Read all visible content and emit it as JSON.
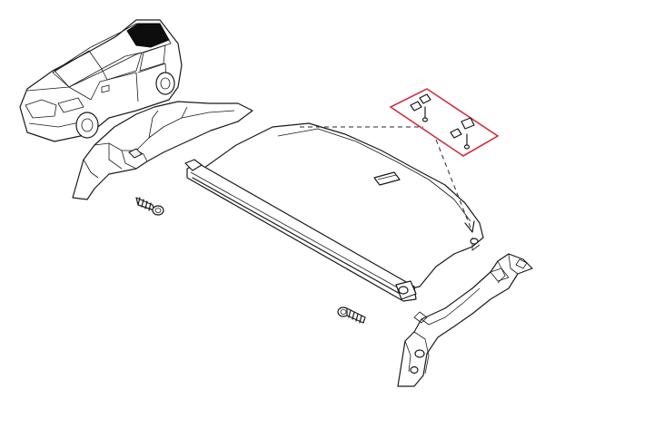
{
  "diagram": {
    "callout_color": "#d03040",
    "line_color": "#1a1a1a",
    "background": "#ffffff",
    "parts": [
      {
        "id": "vehicle",
        "icon": "car-icon"
      },
      {
        "id": "left-trim-panel",
        "icon": "trim-panel-icon"
      },
      {
        "id": "parcel-shelf",
        "icon": "parcel-shelf-icon"
      },
      {
        "id": "right-trim-panel",
        "icon": "trim-panel-icon"
      },
      {
        "id": "clip-kit",
        "icon": "clip-icon"
      },
      {
        "id": "screw-left",
        "icon": "screw-icon"
      },
      {
        "id": "screw-right",
        "icon": "screw-icon"
      }
    ]
  }
}
